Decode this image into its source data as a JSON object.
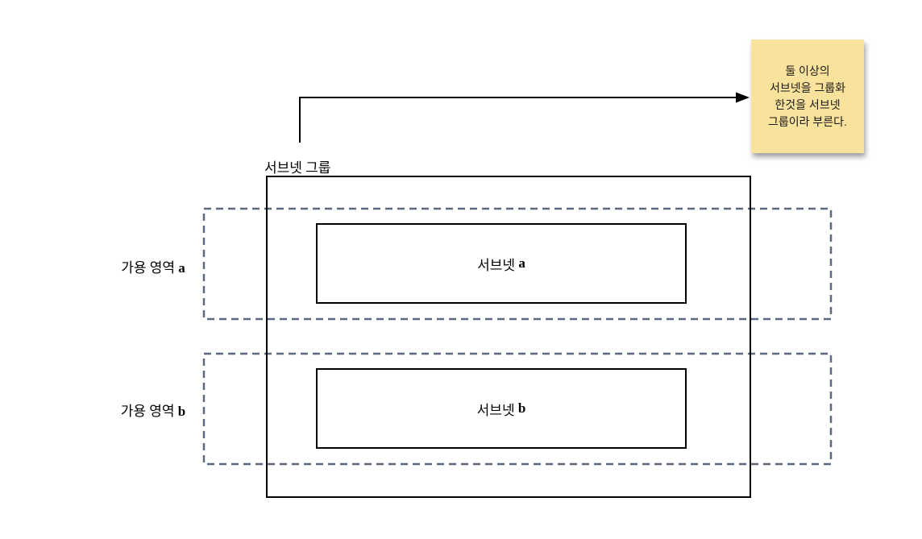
{
  "colors": {
    "background": "#ffffff",
    "solid_line": "#000000",
    "dashed_border": "#5A6980",
    "note_background": "#F9E29B",
    "note_text": "#1a1a1a"
  },
  "sticky_note": {
    "text": "둘 이상의\n서브넷을 그룹화\n한것을 서브넷\n그룹이라 부른다."
  },
  "subnet_group": {
    "title": "서브넷 그룹"
  },
  "availability_zones": [
    {
      "label": "가용 영역",
      "id": "a",
      "subnet": {
        "label": "서브넷",
        "id": "a"
      }
    },
    {
      "label": "가용 영역",
      "id": "b",
      "subnet": {
        "label": "서브넷",
        "id": "b"
      }
    }
  ]
}
